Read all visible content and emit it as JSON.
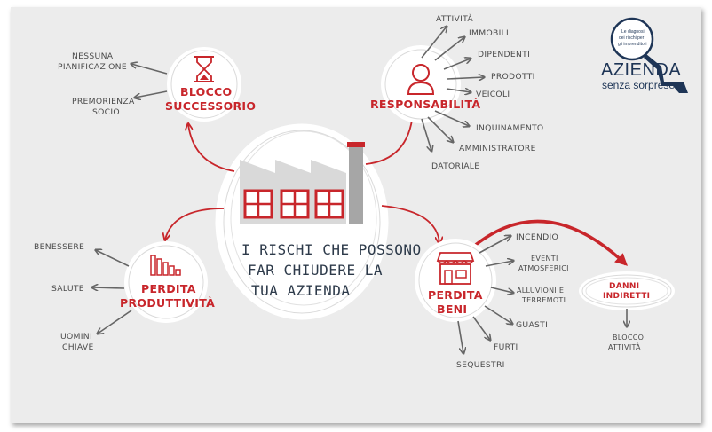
{
  "center": {
    "line1": "I RISCHI CHE POSSONO",
    "line2": "FAR CHIUDERE LA",
    "line3": "TUA AZIENDA"
  },
  "blocco": {
    "title1": "BLOCCO",
    "title2": "SUCCESSORIO",
    "items": [
      "NESSUNA",
      "PIANIFICAZIONE",
      "PREMORIENZA",
      "SOCIO"
    ]
  },
  "responsabilita": {
    "title": "RESPONSABILITÀ",
    "items": [
      "ATTIVITÀ",
      "IMMOBILI",
      "DIPENDENTI",
      "PRODOTTI",
      "VEICOLI",
      "INQUINAMENTO",
      "AMMINISTRATORE",
      "DATORIALE"
    ]
  },
  "produttivita": {
    "title1": "PERDITA",
    "title2": "PRODUTTIVITÀ",
    "items": [
      "BENESSERE",
      "SALUTE",
      "UOMINI",
      "CHIAVE"
    ]
  },
  "beni": {
    "title1": "PERDITA",
    "title2": "BENI",
    "items": [
      "INCENDIO",
      "EVENTI",
      "ATMOSFERICI",
      "ALLUVIONI E",
      "TERREMOTI",
      "GUASTI",
      "FURTI",
      "SEQUESTRI"
    ]
  },
  "danni": {
    "title1": "DANNI",
    "title2": "INDIRETTI",
    "items": [
      "BLOCCO",
      "ATTIVITÀ"
    ]
  },
  "logo": {
    "tag1": "Le diagnosi",
    "tag2": "dei rischi per",
    "tag3": "gli imprenditori",
    "name": "AZIENDA",
    "sub": "senza sorprese"
  },
  "colors": {
    "accent": "#c8262b",
    "text": "#4a4a4a",
    "brand": "#1e3556",
    "background": "#ececec"
  }
}
